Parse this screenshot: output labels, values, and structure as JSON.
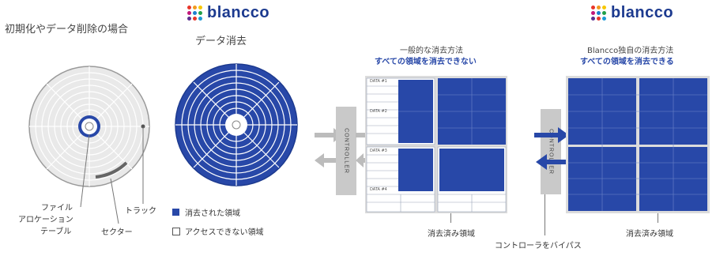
{
  "left": {
    "title": "初期化やデータ削除の場合",
    "labels": {
      "fat": [
        "ファイル",
        "アロケーション",
        "テーブル"
      ],
      "sector": "セクター",
      "track": "トラック"
    }
  },
  "middle": {
    "brand": "blancco",
    "title": "データ消去",
    "legend": [
      {
        "text": "消去された領域",
        "color": "#2848a8"
      },
      {
        "text": "アクセスできない領域",
        "color": "#ffffff"
      }
    ]
  },
  "general": {
    "title": "一般的な消去方法",
    "subtitle": "すべての領域を消去できない",
    "controller": "CONTROLLER",
    "data_labels": [
      "DATA #1",
      "DATA #2",
      "DATA #3",
      "DATA #4"
    ],
    "erased_label": "消去済み領域"
  },
  "blancco": {
    "brand": "blancco",
    "title": "Blancco独自の消去方法",
    "subtitle": "すべての領域を消去できる",
    "controller": "CONTROLLER",
    "erased_label": "消去済み領域",
    "bypass_label": "コントローラをバイパス"
  },
  "colors": {
    "accent_blue": "#2848a8",
    "brand_text": "#1c3a8f",
    "gray_disk": "#e6e6e6",
    "controller_gray": "#c9c9c9",
    "arrow_gray": "#bcbcbc"
  }
}
